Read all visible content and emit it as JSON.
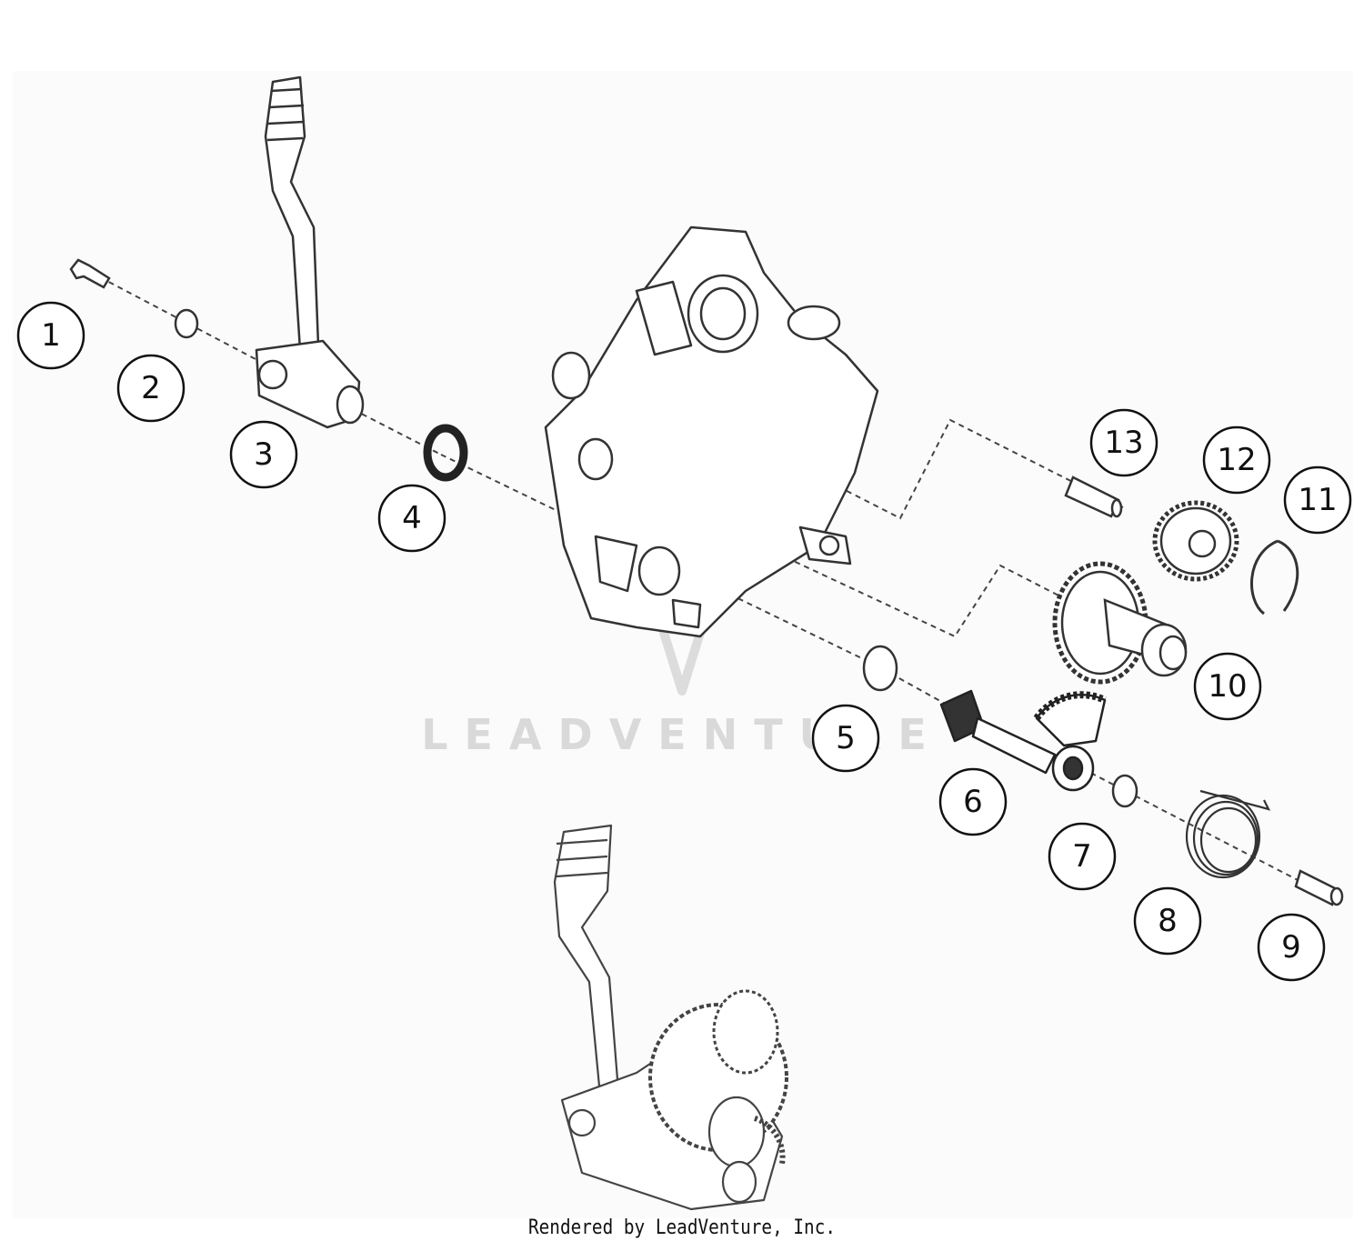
{
  "watermark": "LEADVENTURE",
  "footer": "Rendered by LeadVenture, Inc.",
  "callouts": [
    {
      "id": "1",
      "label": "1"
    },
    {
      "id": "2",
      "label": "2"
    },
    {
      "id": "3",
      "label": "3"
    },
    {
      "id": "4",
      "label": "4"
    },
    {
      "id": "5",
      "label": "5"
    },
    {
      "id": "6",
      "label": "6"
    },
    {
      "id": "7",
      "label": "7"
    },
    {
      "id": "8",
      "label": "8"
    },
    {
      "id": "9",
      "label": "9"
    },
    {
      "id": "10",
      "label": "10"
    },
    {
      "id": "11",
      "label": "11"
    },
    {
      "id": "12",
      "label": "12"
    },
    {
      "id": "13",
      "label": "13"
    }
  ]
}
